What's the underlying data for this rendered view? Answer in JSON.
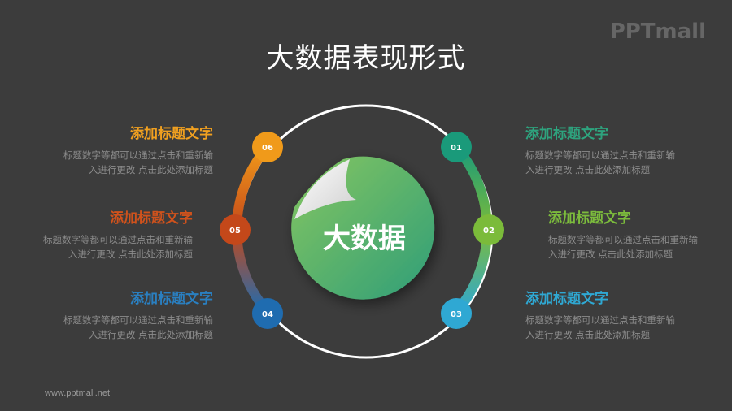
{
  "title": "大数据表现形式",
  "logo": "PPTmall",
  "footer": "www.pptmall.net",
  "center": {
    "label": "大数据",
    "color_start": "#7dc35b",
    "color_end": "#3aa37a"
  },
  "nodes": [
    {
      "num": "01",
      "color": "#1a9a7a",
      "heading": "添加标题文字",
      "desc1": "标题数字等都可以通过点击和重新输",
      "desc2": "入进行更改 点击此处添加标题"
    },
    {
      "num": "02",
      "color": "#7bbb3a",
      "heading": "添加标题文字",
      "desc1": "标题数字等都可以通过点击和重新输",
      "desc2": "入进行更改 点击此处添加标题"
    },
    {
      "num": "03",
      "color": "#2fa8d3",
      "heading": "添加标题文字",
      "desc1": "标题数字等都可以通过点击和重新输",
      "desc2": "入进行更改 点击此处添加标题"
    },
    {
      "num": "04",
      "color": "#1f6cb0",
      "heading": "添加标题文字",
      "desc1": "标题数字等都可以通过点击和重新输",
      "desc2": "入进行更改 点击此处添加标题"
    },
    {
      "num": "05",
      "color": "#c4481a",
      "heading": "添加标题文字",
      "desc1": "标题数字等都可以通过点击和重新输",
      "desc2": "入进行更改 点击此处添加标题"
    },
    {
      "num": "06",
      "color": "#f09a1a",
      "heading": "添加标题文字",
      "desc1": "标题数字等都可以通过点击和重新输",
      "desc2": "入进行更改 点击此处添加标题"
    }
  ],
  "heading_colors": {
    "n01": "#2ea37e",
    "n02": "#7cbc3c",
    "n03": "#2fa8d3",
    "n04": "#2a7fc0",
    "n05": "#d0521c",
    "n06": "#f0a020"
  }
}
